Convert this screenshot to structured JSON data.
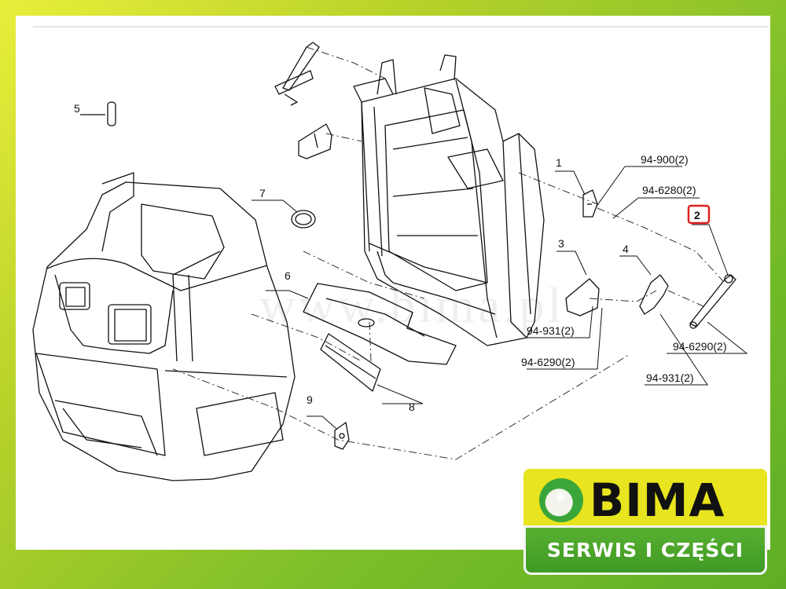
{
  "diagram": {
    "callouts": {
      "c1": "1",
      "c2": "2",
      "c3": "3",
      "c4": "4",
      "c5": "5",
      "c6": "6",
      "c7": "7",
      "c8": "8",
      "c9": "9"
    },
    "part_refs": {
      "r_94_900": "94-900(2)",
      "r_94_6280": "94-6280(2)",
      "r_94_931_left": "94-931(2)",
      "r_94_6290_left": "94-6290(2)",
      "r_94_6290_right": "94-6290(2)",
      "r_94_931_right": "94-931(2)"
    },
    "highlighted_callout": "2",
    "highlight_color": "#e02020"
  },
  "watermark": {
    "text": "www.bima.pl"
  },
  "logo": {
    "brand": "BIMA",
    "tagline": "SERWIS I CZĘŚCI",
    "yellow": "#e8e41f",
    "green": "#4aa52b"
  }
}
